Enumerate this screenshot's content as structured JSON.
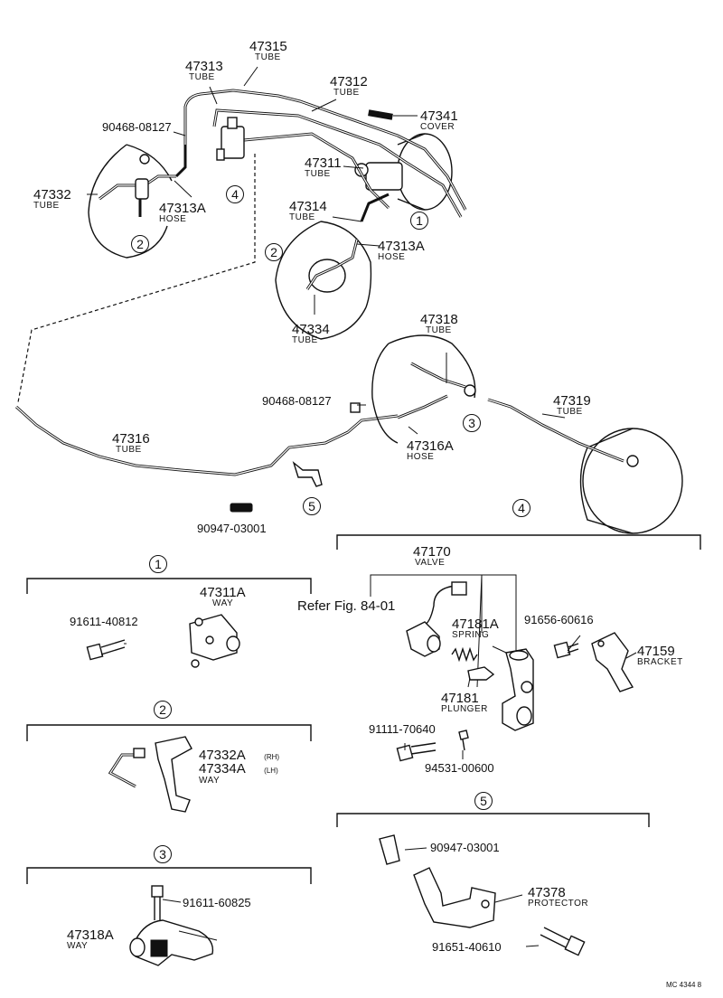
{
  "labels": {
    "t47315": {
      "num": "47315",
      "name": "TUBE"
    },
    "t47313": {
      "num": "47313",
      "name": "TUBE"
    },
    "t47312": {
      "num": "47312",
      "name": "TUBE"
    },
    "c47341": {
      "num": "47341",
      "name": "COVER"
    },
    "p9046808127a": {
      "num": "90468-08127"
    },
    "t47311": {
      "num": "47311",
      "name": "TUBE"
    },
    "t47332": {
      "num": "47332",
      "name": "TUBE"
    },
    "h47313A_top": {
      "num": "47313A",
      "name": "HOSE"
    },
    "t47314": {
      "num": "47314",
      "name": "TUBE"
    },
    "h47313A_mid": {
      "num": "47313A",
      "name": "HOSE"
    },
    "t47334": {
      "num": "47334",
      "name": "TUBE"
    },
    "t47318": {
      "num": "47318",
      "name": "TUBE"
    },
    "p9046808127b": {
      "num": "90468-08127"
    },
    "t47319": {
      "num": "47319",
      "name": "TUBE"
    },
    "t47316": {
      "num": "47316",
      "name": "TUBE"
    },
    "h47316A": {
      "num": "47316A",
      "name": "HOSE"
    },
    "p9094703001a": {
      "num": "90947-03001"
    },
    "v47170": {
      "num": "47170",
      "name": "VALVE"
    },
    "refer": {
      "text": "Refer Fig. 84-01"
    },
    "s47181A": {
      "num": "47181A",
      "name": "SPRING"
    },
    "p9165660616": {
      "num": "91656-60616"
    },
    "b47159": {
      "num": "47159",
      "name": "BRACKET"
    },
    "pl47181": {
      "num": "47181",
      "name": "PLUNGER"
    },
    "p9111170640": {
      "num": "91111-70640"
    },
    "p9453100600": {
      "num": "94531-00600"
    },
    "p9161140812": {
      "num": "91611-40812"
    },
    "w47311A": {
      "num": "47311A",
      "name": "WAY"
    },
    "w47332A": {
      "num": "47332A",
      "note": "(RH)"
    },
    "w47334A": {
      "num": "47334A",
      "note": "(LH)",
      "name": "WAY"
    },
    "p9161160825": {
      "num": "91611-60825"
    },
    "w47318A": {
      "num": "47318A",
      "name": "WAY"
    },
    "p9094703001b": {
      "num": "90947-03001"
    },
    "pr47378": {
      "num": "47378",
      "name": "PROTECTOR"
    },
    "p9165140610": {
      "num": "91651-40610"
    },
    "figcode": {
      "text": "MC 4344 8"
    }
  },
  "callouts": {
    "c1_top": "1",
    "c2_left": "2",
    "c4_top": "4",
    "c2_mid": "2",
    "c3_mid": "3",
    "c5_mid": "5",
    "c4_mid": "4",
    "s1": "1",
    "s2": "2",
    "s3": "3",
    "s5": "5"
  }
}
